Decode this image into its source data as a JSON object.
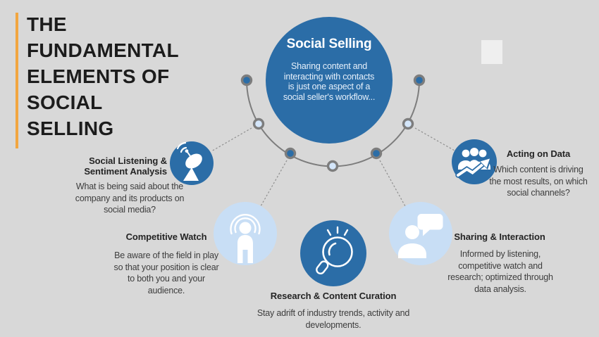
{
  "title": "THE\nFUNDAMENTAL\nELEMENTS OF\nSOCIAL\nSELLING",
  "hub": {
    "title": "Social Selling",
    "description": "Sharing content and\ninteracting with contacts\nis just one aspect of a\nsocial seller's workflow..."
  },
  "elements": [
    {
      "title": "Social Listening &\nSentiment Analysis",
      "description": "What is being said about the\ncompany and its products on\nsocial media?",
      "icon": "satellite-dish-icon",
      "circle_style": "dark"
    },
    {
      "title": "Competitive Watch",
      "description": "Be aware of the field in play\nso that your position is clear\nto both you and your\naudience.",
      "icon": "broadcast-person-icon",
      "circle_style": "light"
    },
    {
      "title": "Research & Content Curation",
      "description": "Stay adrift of industry trends, activity and\ndevelopments.",
      "icon": "magnifier-sparkle-icon",
      "circle_style": "dark"
    },
    {
      "title": "Sharing & Interaction",
      "description": "Informed by listening,\ncompetitive watch and\nresearch; optimized through\ndata analysis.",
      "icon": "person-speech-bubble-icon",
      "circle_style": "light"
    },
    {
      "title": "Acting on Data",
      "description": "Which content is driving\nthe most results, on which\nsocial channels?",
      "icon": "people-growth-arrow-icon",
      "circle_style": "dark"
    }
  ],
  "colors": {
    "background": "#d8d8d8",
    "accent_bar": "#f2a640",
    "primary_blue": "#2b6da7",
    "pale_blue": "#c8def5",
    "node_light_fill": "#d4e6fa",
    "node_ring": "#7d7d7d",
    "arc": "#7d7d7d",
    "connector": "#8f8f8f",
    "title_text": "#1c1c1c",
    "heading_text": "#242424",
    "body_text": "#3d3d3d",
    "icon_white": "#ffffff"
  }
}
